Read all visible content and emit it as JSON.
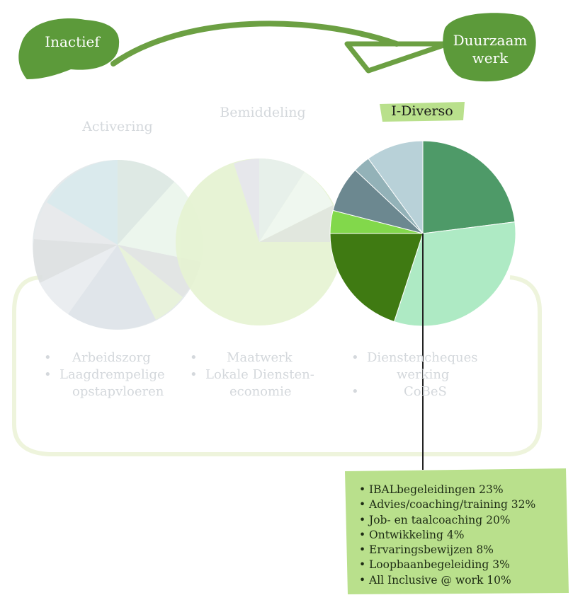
{
  "top": {
    "start_label": "Inactief",
    "end_label_line1": "Duurzaam",
    "end_label_line2": "werk"
  },
  "columns": [
    {
      "title": "Activering",
      "bullets": [
        "Arbeidszorg",
        "Laagdrempelige",
        "opstapvloeren"
      ]
    },
    {
      "title": "Bemiddeling",
      "bullets": [
        "Maatwerk",
        "Lokale Diensten-",
        "economie"
      ]
    },
    {
      "title": "I-Diverso",
      "bullets": [
        "Dienstencheques",
        "werking",
        "CoBeS"
      ]
    }
  ],
  "colors": {
    "brand_green": "#5c9a3a",
    "highlight_green": "#b9e08c",
    "faded_gray": "#d4d8dc"
  },
  "chart_data": {
    "type": "pie",
    "title": "I-Diverso",
    "series": [
      {
        "name": "IBALbegeleidingen",
        "value": 23,
        "color": "#4e9a68"
      },
      {
        "name": "Advies/coaching/training",
        "value": 32,
        "color": "#aeeac4"
      },
      {
        "name": "Job- en taalcoaching",
        "value": 20,
        "color": "#3f7a12"
      },
      {
        "name": "Ontwikkeling",
        "value": 4,
        "color": "#82d84b"
      },
      {
        "name": "Ervaringsbewijzen",
        "value": 8,
        "color": "#6c8890"
      },
      {
        "name": "Loopbaanbegeleiding",
        "value": 3,
        "color": "#93b2b8"
      },
      {
        "name": "All Inclusive @ work",
        "value": 10,
        "color": "#b8d1d8"
      }
    ],
    "legend_items": [
      "IBALbegeleidingen 23%",
      "Advies/coaching/training 32%",
      "Job- en taalcoaching 20%",
      "Ontwikkeling 4%",
      "Ervaringsbewijzen 8%",
      "Loopbaanbegeleiding 3%",
      "All Inclusive @ work 10%"
    ],
    "legend_placement": "bottom-right"
  }
}
